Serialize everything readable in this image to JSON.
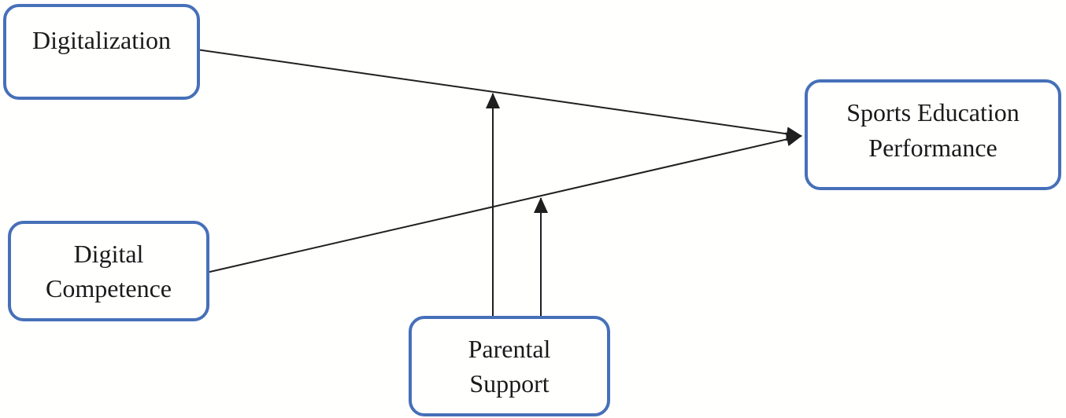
{
  "figure": {
    "type": "conceptual-model-diagram",
    "nodes": {
      "digitalization": {
        "label": "Digitalization",
        "role": "independent-variable"
      },
      "digital_competence": {
        "label": "Digital\nCompetence",
        "role": "independent-variable"
      },
      "sports_education_performance": {
        "label": "Sports Education\nPerformance",
        "role": "dependent-variable"
      },
      "parental_support": {
        "label": "Parental\nSupport",
        "role": "moderator-variable"
      }
    },
    "edges": [
      {
        "from": "Digitalization",
        "to": "Sports Education Performance",
        "type": "direct-effect-arrow"
      },
      {
        "from": "Digital Competence",
        "to": "Sports Education Performance",
        "type": "direct-effect-arrow"
      },
      {
        "from": "Parental Support",
        "to": "Digitalization -> Sports Education Performance path",
        "type": "moderation-arrow"
      },
      {
        "from": "Parental Support",
        "to": "Digital Competence -> Sports Education Performance path",
        "type": "moderation-arrow"
      }
    ],
    "colors": {
      "node_border": "#4670B8",
      "node_fill": "#FFFFFE",
      "arrow": "#1F1F1F",
      "text": "#1A1A1A",
      "background": "#FFFFFF"
    }
  }
}
